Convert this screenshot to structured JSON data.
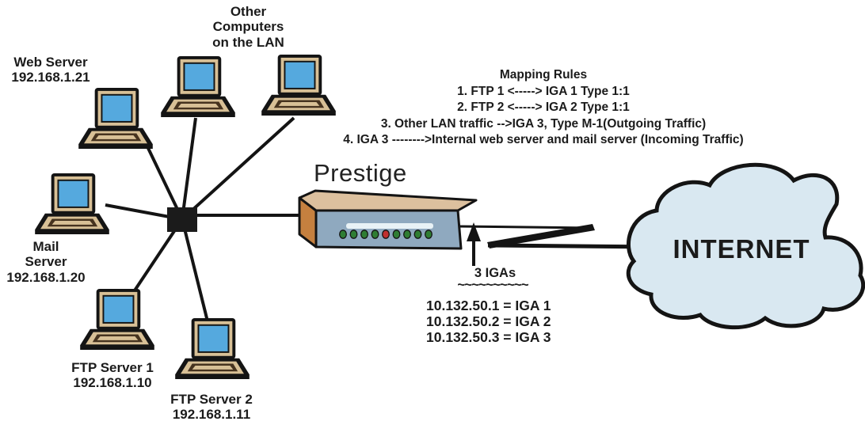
{
  "lan": {
    "other_computers": {
      "label": "Other Computers on the LAN"
    },
    "web_server": {
      "label": "Web Server",
      "ip": "192.168.1.21"
    },
    "mail_server": {
      "label": "Mail Server",
      "ip": "192.168.1.20"
    },
    "ftp_server_1": {
      "label": "FTP Server 1",
      "ip": "192.168.1.10"
    },
    "ftp_server_2": {
      "label": "FTP Server 2",
      "ip": "192.168.1.11"
    }
  },
  "router": {
    "label": "Prestige"
  },
  "mapping_rules": {
    "title": "Mapping Rules",
    "rules": [
      "1. FTP 1 <-----> IGA 1 Type 1:1",
      "2. FTP 2 <-----> IGA 2 Type 1:1",
      "3. Other LAN traffic -->IGA 3, Type M-1(Outgoing Traffic)",
      "4. IGA 3 -------->Internal web server and mail server (Incoming Traffic)"
    ]
  },
  "wan": {
    "igas_label": "3 IGAs",
    "separator": "~~~~~~~~~~",
    "addresses": [
      "10.132.50.1 = IGA 1",
      "10.132.50.2 = IGA 2",
      "10.132.50.3 = IGA 3"
    ]
  },
  "internet": {
    "label": "INTERNET"
  },
  "colors": {
    "ink": "#1b1b1b",
    "screen_blue": "#55A9DE",
    "tan": "#D8C096",
    "keyboard_brown": "#46331F",
    "router_top": "#DCC09E",
    "router_front": "#8FA9BF",
    "router_side": "#C5803F",
    "led_strip": "#E8F2F6",
    "led_green": "#2F7D33",
    "led_red": "#C03030",
    "cloud_fill": "#D9E8F1"
  }
}
